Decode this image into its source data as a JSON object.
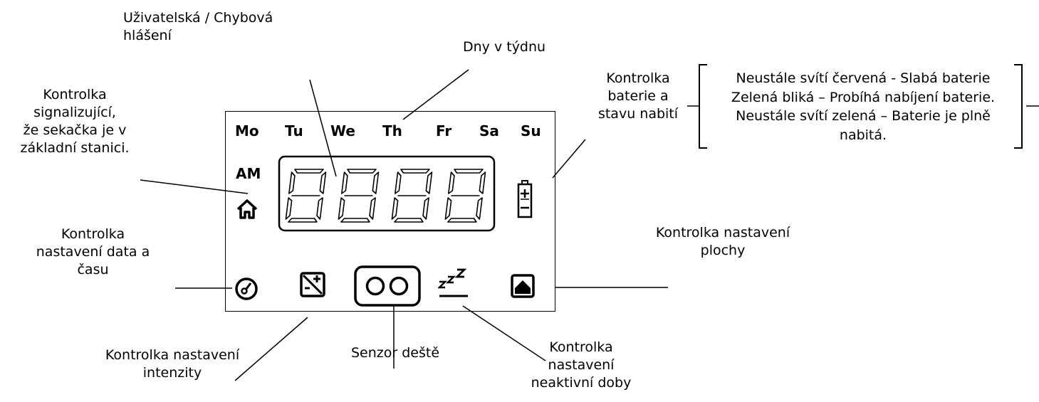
{
  "days": [
    "Mo",
    "Tu",
    "We",
    "Th",
    "Fr",
    "Sa",
    "Su"
  ],
  "am_label": "AM",
  "labels": {
    "messages": [
      "Uživatelská / Chybová",
      "hlášení"
    ],
    "days": "Dny v týdnu",
    "home": [
      "Kontrolka",
      "signalizující,",
      "že sekačka je v",
      "základní stanici."
    ],
    "battery": [
      "Kontrolka",
      "baterie a",
      "stavu nabití"
    ],
    "battery_states": [
      "Neustále svítí červená  - Slabá baterie",
      "Zelená bliká – Probíhá nabíjení baterie.",
      "Neustále svítí zelená – Baterie je plně",
      "nabitá."
    ],
    "date_time": [
      "Kontrolka",
      "nastavení data a",
      "času"
    ],
    "area": [
      "Kontrolka nastavení",
      "plochy"
    ],
    "intensity": [
      "Kontrolka nastavení",
      "intenzity"
    ],
    "rain": "Senzor deště",
    "inactive": [
      "Kontrolka",
      "nastavení",
      "neaktivní doby"
    ]
  },
  "icons": {
    "home": "home-icon",
    "battery": "battery-icon",
    "date_time": "clock-icon",
    "intensity": "intensity-icon",
    "rain": "rain-sensor-icon",
    "inactive": "sleep-icon",
    "area": "area-icon"
  }
}
